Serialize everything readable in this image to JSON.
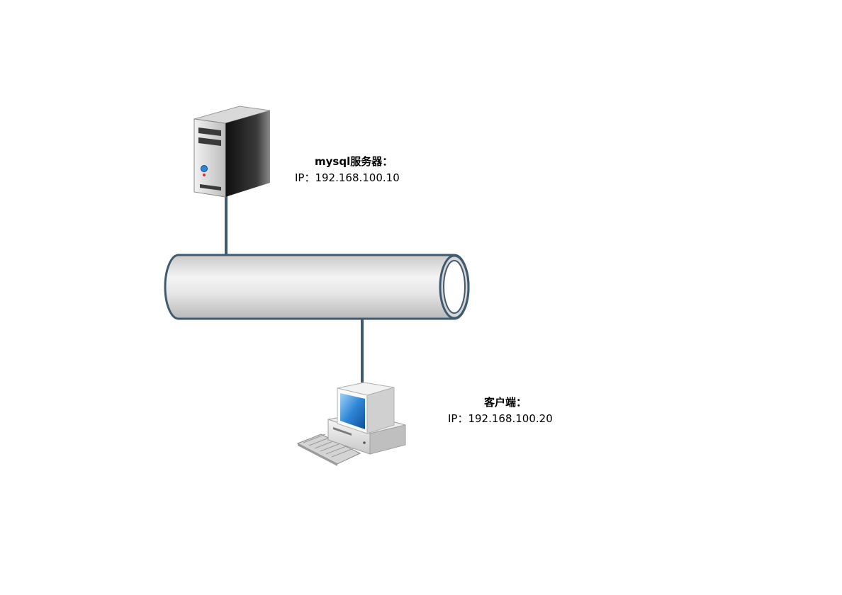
{
  "diagram": {
    "server": {
      "label": "mysql服务器：",
      "ip": "IP：192.168.100.10",
      "icon": "server-tower-icon"
    },
    "client": {
      "label": "客户端：",
      "ip": "IP：192.168.100.20",
      "icon": "desktop-computer-icon"
    },
    "network": {
      "icon": "network-pipe"
    }
  },
  "colors": {
    "connector": "#3f5b70",
    "pipe_fill": "#dcdcdc",
    "server_side": "#1e1e1e",
    "screen": "#2f86d6",
    "background": "#ffffff"
  }
}
